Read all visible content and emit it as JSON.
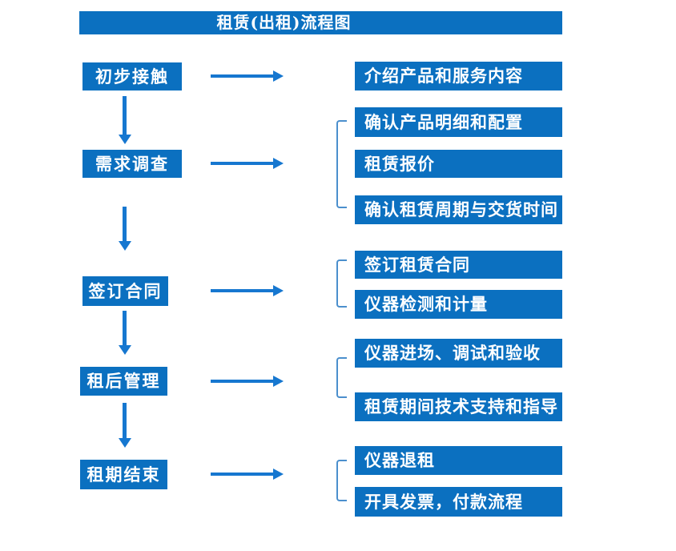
{
  "title": "租赁(出租)流程图",
  "colors": {
    "box_blue": "#0b70c0",
    "arrow_blue": "#1677d0",
    "bracket_blue": "#4b8fcd",
    "text_white": "#ffffff",
    "background": "#ffffff"
  },
  "flow": {
    "stages": [
      {
        "label": "初步接触",
        "details": [
          "介绍产品和服务内容"
        ]
      },
      {
        "label": "需求调查",
        "details": [
          "确认产品明细和配置",
          "租赁报价",
          "确认租赁周期与交货时间"
        ]
      },
      {
        "label": "签订合同",
        "details": [
          "签订租赁合同",
          "仪器检测和计量"
        ]
      },
      {
        "label": "租后管理",
        "details": [
          "仪器进场、调试和验收",
          "租赁期间技术支持和指导"
        ]
      },
      {
        "label": "租期结束",
        "details": [
          "仪器退租",
          "开具发票，付款流程"
        ]
      }
    ]
  }
}
